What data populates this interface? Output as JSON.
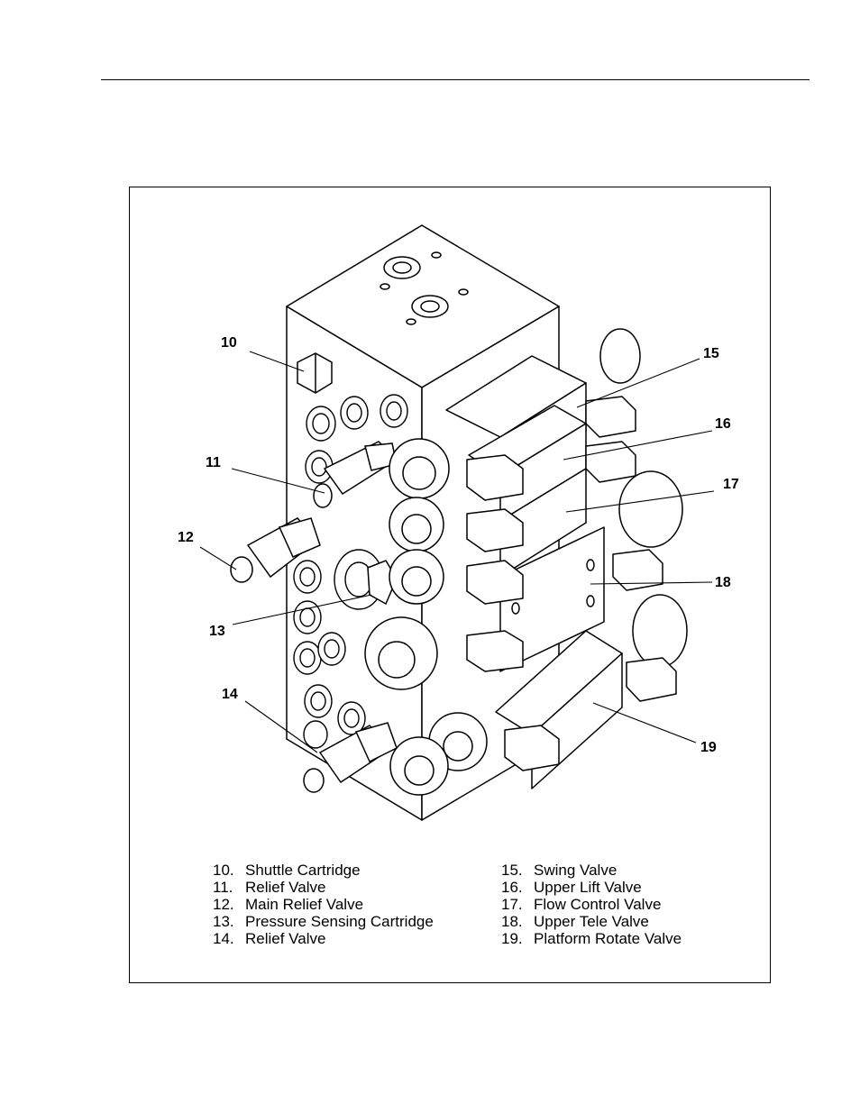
{
  "callouts": {
    "c10": "10",
    "c11": "11",
    "c12": "12",
    "c13": "13",
    "c14": "14",
    "c15": "15",
    "c16": "16",
    "c17": "17",
    "c18": "18",
    "c19": "19"
  },
  "legend_left": [
    {
      "num": "10.",
      "label": "Shuttle Cartridge"
    },
    {
      "num": "11.",
      "label": "Relief Valve"
    },
    {
      "num": "12.",
      "label": "Main Relief Valve"
    },
    {
      "num": "13.",
      "label": "Pressure Sensing Cartridge"
    },
    {
      "num": "14.",
      "label": "Relief Valve"
    }
  ],
  "legend_right": [
    {
      "num": "15.",
      "label": "Swing Valve"
    },
    {
      "num": "16.",
      "label": "Upper Lift  Valve"
    },
    {
      "num": "17.",
      "label": "Flow Control Valve"
    },
    {
      "num": "18.",
      "label": "Upper Tele Valve"
    },
    {
      "num": "19.",
      "label": "Platform Rotate Valve"
    }
  ]
}
